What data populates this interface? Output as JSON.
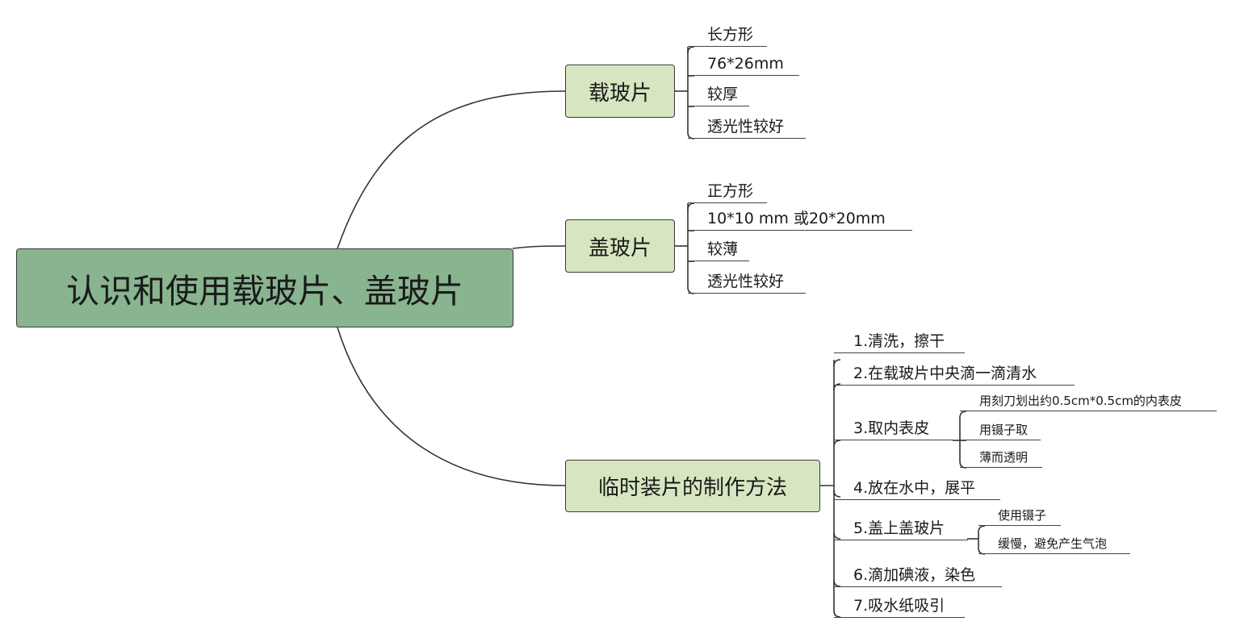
{
  "root": {
    "label": "认识和使用载玻片、盖玻片"
  },
  "branches": [
    {
      "label": "载玻片",
      "children": [
        {
          "label": "长方形"
        },
        {
          "label": "76*26mm"
        },
        {
          "label": "较厚"
        },
        {
          "label": "透光性较好"
        }
      ]
    },
    {
      "label": "盖玻片",
      "children": [
        {
          "label": "正方形"
        },
        {
          "label": "10*10 mm 或20*20mm"
        },
        {
          "label": "较薄"
        },
        {
          "label": "透光性较好"
        }
      ]
    },
    {
      "label": "临时装片的制作方法",
      "children": [
        {
          "label": "1.清洗，擦干"
        },
        {
          "label": "2.在载玻片中央滴一滴清水"
        },
        {
          "label": "3.取内表皮",
          "children": [
            {
              "label": "用刻刀划出约0.5cm*0.5cm的内表皮"
            },
            {
              "label": "用镊子取"
            },
            {
              "label": "薄而透明"
            }
          ]
        },
        {
          "label": "4.放在水中，展平"
        },
        {
          "label": "5.盖上盖玻片",
          "children": [
            {
              "label": "使用镊子"
            },
            {
              "label": "缓慢，避免产生气泡"
            }
          ]
        },
        {
          "label": "6.滴加碘液，染色"
        },
        {
          "label": "7.吸水纸吸引"
        }
      ]
    }
  ]
}
